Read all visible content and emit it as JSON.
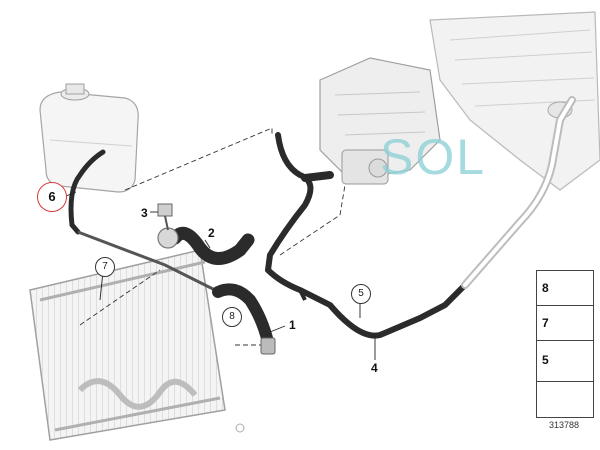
{
  "diagram": {
    "callouts": {
      "c1": "1",
      "c2": "2",
      "c3": "3",
      "c4": "4"
    },
    "highlighted_callout": "6",
    "circled": {
      "c5": "5",
      "c7": "7",
      "c8": "8"
    }
  },
  "watermark": {
    "text": "SOL",
    "color": "#8fd1d6"
  },
  "legend": {
    "items": [
      {
        "number": "8",
        "icon": "hose-clamp-icon"
      },
      {
        "number": "7",
        "icon": "hose-bracket-icon"
      },
      {
        "number": "5",
        "icon": "screw-icon"
      },
      {
        "number": "",
        "icon": "navigation-arrow-icon"
      }
    ]
  },
  "document_number": "313788",
  "colors": {
    "highlight_ring": "#d83a3a",
    "hose": "#2b2b2b",
    "line_art": "#9a9a9a"
  }
}
